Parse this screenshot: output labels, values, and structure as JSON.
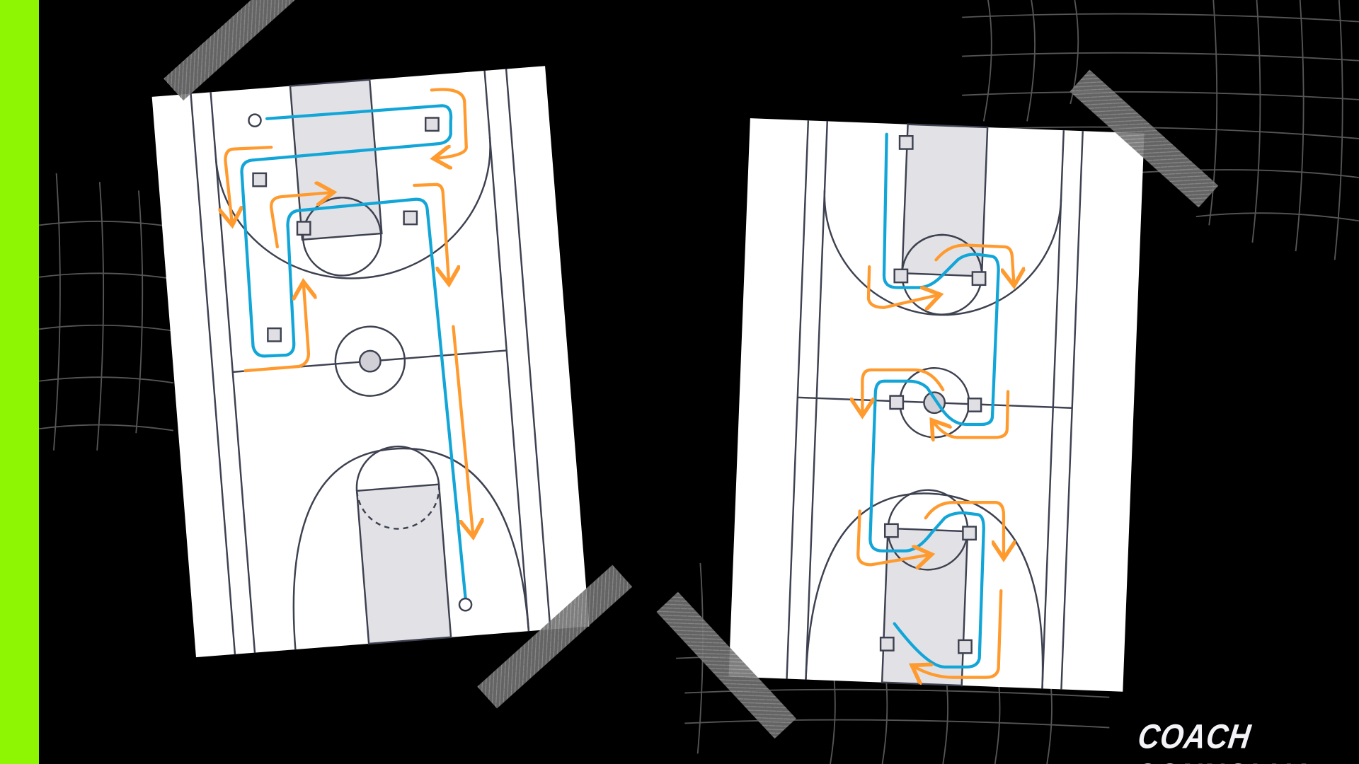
{
  "brand": {
    "name": "COACH CONNOLLY"
  },
  "colors": {
    "accent": "#8ef502",
    "paper": "#ffffff",
    "court_line": "#3d4150",
    "paint": "#e2e2e6",
    "pass_path": "#12a6d8",
    "cut_path": "#ff9a2e",
    "tape": "#6b6b6b",
    "grid": "#555555"
  },
  "diagrams": [
    {
      "label": "drill-diagram-left",
      "icons": [
        "player-square",
        "start-circle",
        "arrow"
      ]
    },
    {
      "label": "drill-diagram-right",
      "icons": [
        "player-square",
        "arrow"
      ]
    }
  ]
}
